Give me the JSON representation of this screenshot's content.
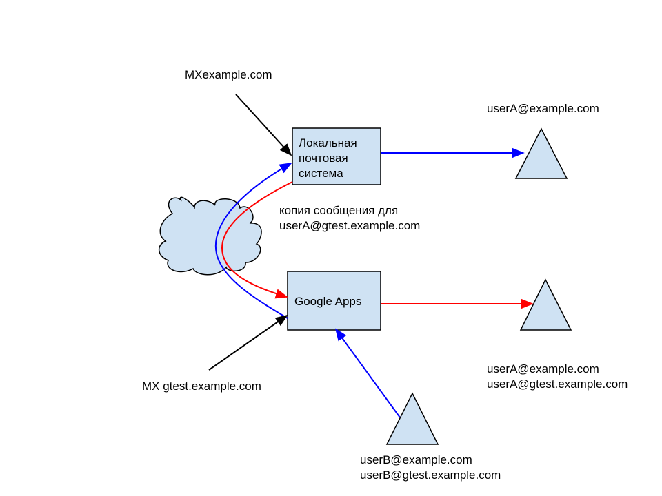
{
  "colors": {
    "shape_fill": "#cfe2f3",
    "outline": "#000000",
    "blue_path": "#0000ff",
    "red_path": "#ff0000",
    "pointer": "#000000"
  },
  "nodes": {
    "local_mail": {
      "lines": [
        "Локальная",
        "почтовая",
        "система"
      ]
    },
    "google_apps": {
      "label": "Google Apps"
    }
  },
  "labels": {
    "mx_example": "MXexample.com",
    "mx_gtest": "MX gtest.example.com",
    "copy_note": [
      "копия сообщения для",
      "userA@gtest.example.com"
    ],
    "user_a_top": "userA@example.com",
    "user_a_google": [
      "userA@example.com",
      "userA@gtest.example.com"
    ],
    "user_b": [
      "userB@example.com",
      "userB@gtest.example.com"
    ]
  },
  "icons": {
    "cloud": "internet-cloud-icon",
    "user": "user-triangle-icon"
  }
}
